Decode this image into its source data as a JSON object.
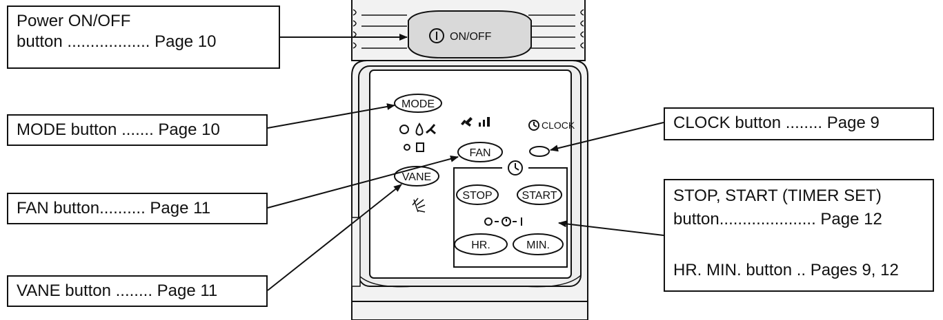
{
  "callouts": {
    "power": {
      "line1": "Power ON/OFF",
      "line2": "button .................. Page 10"
    },
    "mode": {
      "text": "MODE button ....... Page 10"
    },
    "fan": {
      "text": "FAN button.......... Page 11"
    },
    "vane": {
      "text": "VANE button ........ Page 11"
    },
    "clock": {
      "text": "CLOCK button ........ Page 9"
    },
    "timer": {
      "line1": "STOP, START (TIMER SET)",
      "line2": "button..................... Page 12",
      "line3": "HR. MIN. button .. Pages 9, 12"
    }
  },
  "remote": {
    "power_button": "ON/OFF",
    "mode_button": "MODE",
    "fan_button": "FAN",
    "vane_button": "VANE",
    "clock_label": "CLOCK",
    "stop_button": "STOP",
    "start_button": "START",
    "hr_button": "HR.",
    "min_button": "MIN."
  },
  "colors": {
    "line": "#111111",
    "body": "#f2f2f2",
    "button_fill": "#d9d9d9"
  }
}
